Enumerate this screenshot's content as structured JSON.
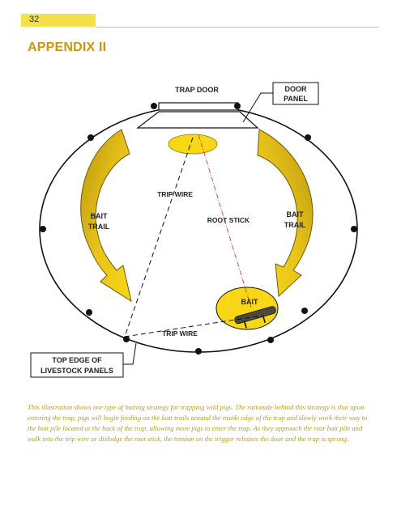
{
  "page": {
    "number": "32",
    "title": "APPENDIX II"
  },
  "diagram": {
    "labels": {
      "trap_door": "TRAP DOOR",
      "door_panel_line1": "DOOR",
      "door_panel_line2": "PANEL",
      "trip_wire_top": "TRIP  WIRE",
      "bait_trail_left_line1": "BAIT",
      "bait_trail_left_line2": "TRAIL",
      "root_stick": "ROOT  STICK",
      "bait_trail_right_line1": "BAIT",
      "bait_trail_right_line2": "TRAIL",
      "bait": "BAIT",
      "trip_wire_bottom": "TRIP WIRE",
      "livestock_line1": "TOP EDGE OF",
      "livestock_line2": "LIVESTOCK PANELS"
    },
    "colors": {
      "bait_yellow": "#f7d716",
      "trail_gold": "#c9a814",
      "title_gold": "#c9960e",
      "caption_olive": "#a9a020",
      "trip_wire_red": "#c0392b"
    }
  },
  "caption": "This illustration shows one type of baiting strategy for trapping wild pigs. The rationale behind this strategy is that upon entering the trap, pigs will begin feeding on the bait trails around the inside edge of the trap and slowly work their way to the bait pile located at the back of the trap, allowing more pigs to enter the trap. As they approach the rear bait pile and walk into the trip wire or dislodge the root stick, the tension on the trigger releases the door and the trap is sprung."
}
